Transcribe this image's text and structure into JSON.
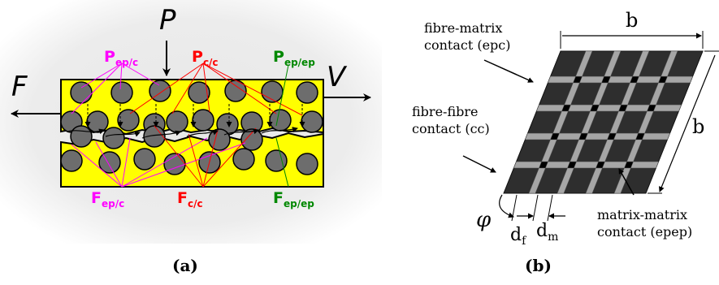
{
  "panel_a": {
    "caption": "(a)",
    "labels": {
      "P": "P",
      "F": "F",
      "V": "V",
      "P_epc": {
        "base": "P",
        "sub": "ep/c"
      },
      "P_cc": {
        "base": "P",
        "sub": "c/c"
      },
      "P_epep": {
        "base": "P",
        "sub": "ep/ep"
      },
      "F_epc": {
        "base": "F",
        "sub": "ep/c"
      },
      "F_cc": {
        "base": "F",
        "sub": "c/c"
      },
      "F_epep": {
        "base": "F",
        "sub": "ep/ep"
      }
    },
    "colors": {
      "matrix": "#ffff00",
      "fibre": "#6d6d6d",
      "ep_c": "#ff00ff",
      "c_c": "#ff0000",
      "ep_ep": "#008800",
      "background": "#eeeeee"
    }
  },
  "panel_b": {
    "caption": "(b)",
    "labels": {
      "b_top": "b",
      "b_right": "b",
      "epc": [
        "fibre-matrix",
        "contact (epc)"
      ],
      "cc": [
        "fibre-fibre",
        "contact (cc)"
      ],
      "epep": [
        "matrix-matrix",
        "contact (epep)"
      ],
      "phi": "φ",
      "d_f": {
        "base": "d",
        "sub": "f"
      },
      "d_m": {
        "base": "d",
        "sub": "m"
      }
    },
    "colors": {
      "tile": "#2e2e2e",
      "fibre_strip": "#a6a6a6",
      "junction": "#000000"
    }
  }
}
